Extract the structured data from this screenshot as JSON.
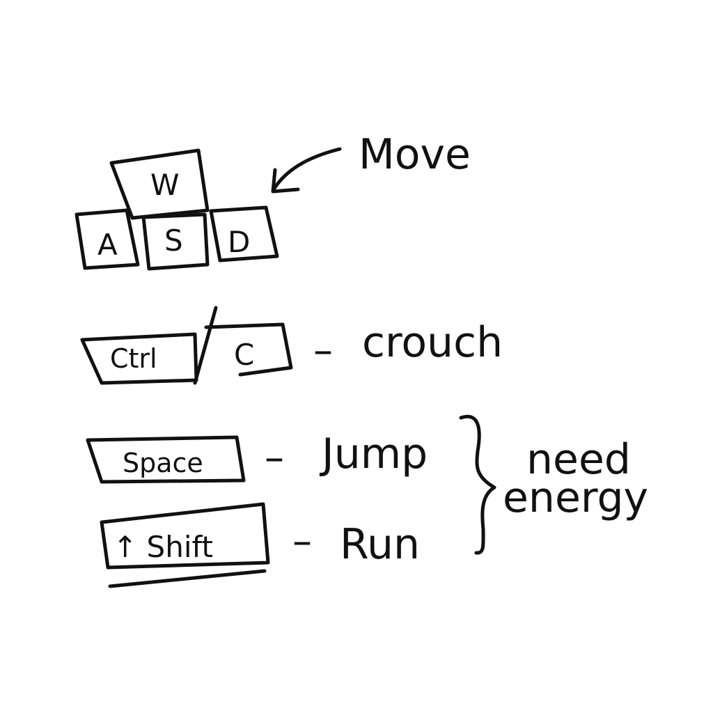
{
  "keys": {
    "w": "W",
    "a": "A",
    "s": "S",
    "d": "D",
    "ctrl": "Ctrl",
    "c": "C",
    "space": "Space",
    "shift": "↑ Shift"
  },
  "labels": {
    "move": "Move",
    "crouch": "crouch",
    "jump": "Jump",
    "run": "Run",
    "need": "need",
    "energy": "energy"
  },
  "separators": {
    "dash": "–"
  },
  "colors": {
    "ink": "#111111",
    "background": "#ffffff"
  }
}
